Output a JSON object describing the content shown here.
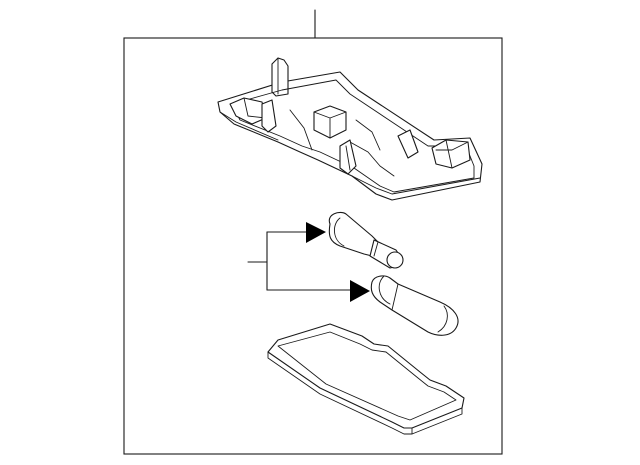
{
  "diagram": {
    "parts": [
      {
        "id": "lamp-housing",
        "icon": "lamp-housing-icon"
      },
      {
        "id": "bulb-upper",
        "icon": "bulb-icon"
      },
      {
        "id": "bulb-lower",
        "icon": "bulb-icon"
      },
      {
        "id": "lens",
        "icon": "lens-icon"
      }
    ],
    "colors": {
      "line": "#1a1a1a",
      "fill": "#ffffff",
      "arrow": "#000000"
    }
  }
}
